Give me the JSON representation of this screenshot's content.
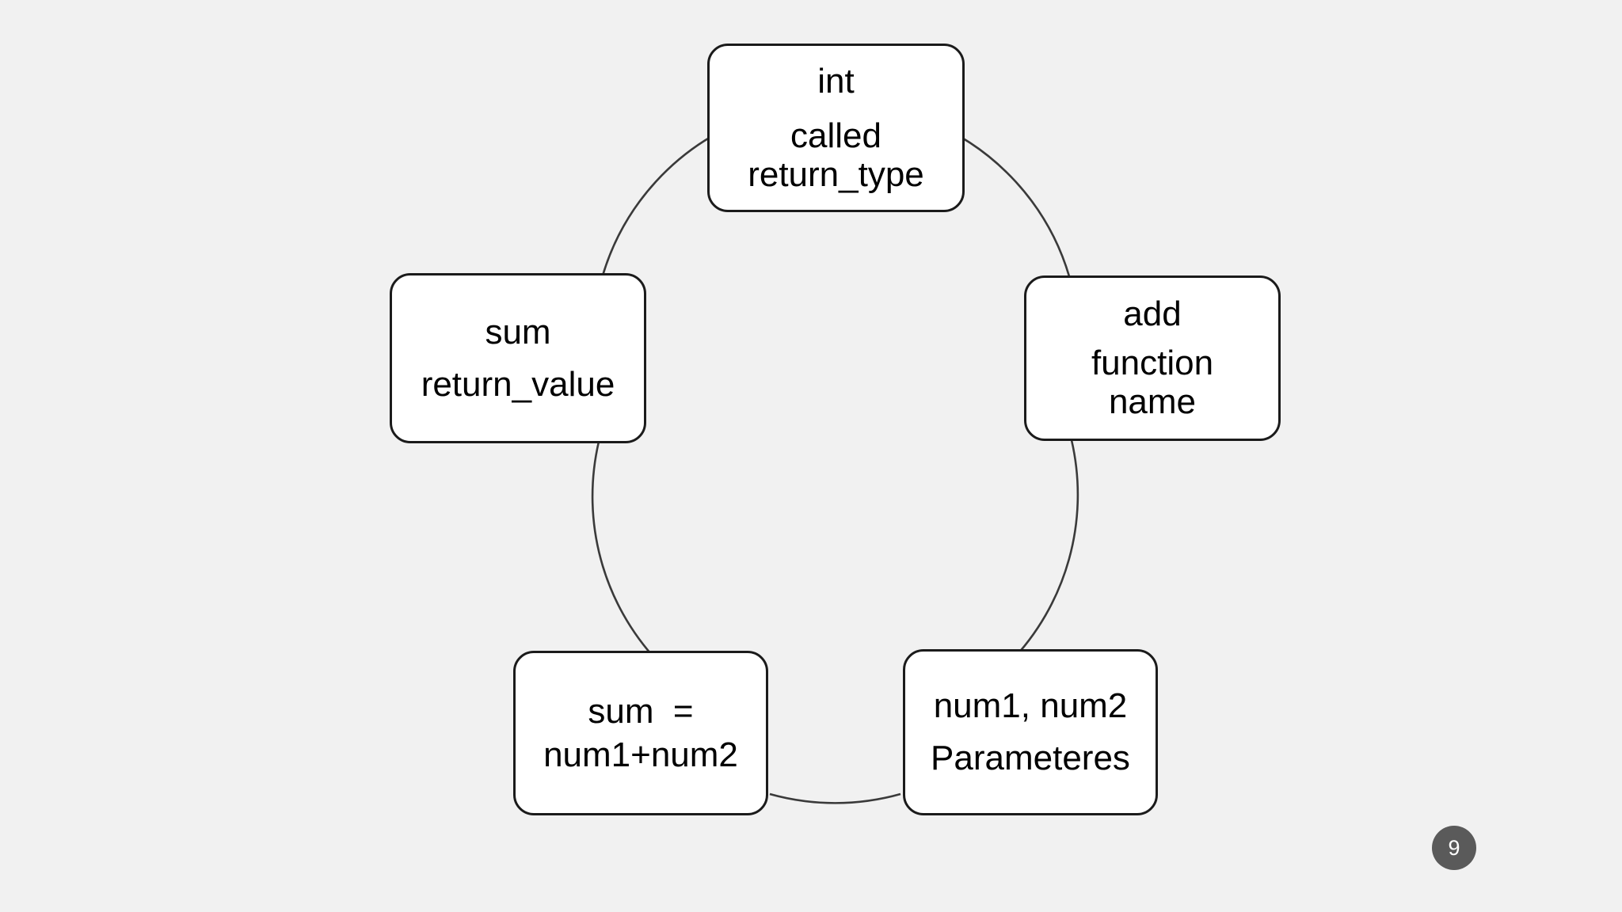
{
  "slide": {
    "background_color": "#f1f1f1",
    "number": "9",
    "number_badge_color": "#5a5a5a",
    "number_text_color": "#ffffff"
  },
  "diagram": {
    "type": "cycle",
    "node_fill": "#ffffff",
    "node_border_color": "#1b1b1b",
    "connector_color": "#3a3a3a",
    "nodes": [
      {
        "id": "return-type",
        "position": "top",
        "line1": "int",
        "line2": "called",
        "line3": "return_type"
      },
      {
        "id": "function-name",
        "position": "right",
        "line1": "add",
        "line2": "function",
        "line3": "name"
      },
      {
        "id": "parameters",
        "position": "bottom-right",
        "line1": "num1, num2",
        "line2": "Parameteres"
      },
      {
        "id": "body",
        "position": "bottom-left",
        "line1": "sum  =",
        "line2": "num1+num2"
      },
      {
        "id": "return-value",
        "position": "left",
        "line1": "sum",
        "line2": "return_value"
      }
    ]
  }
}
